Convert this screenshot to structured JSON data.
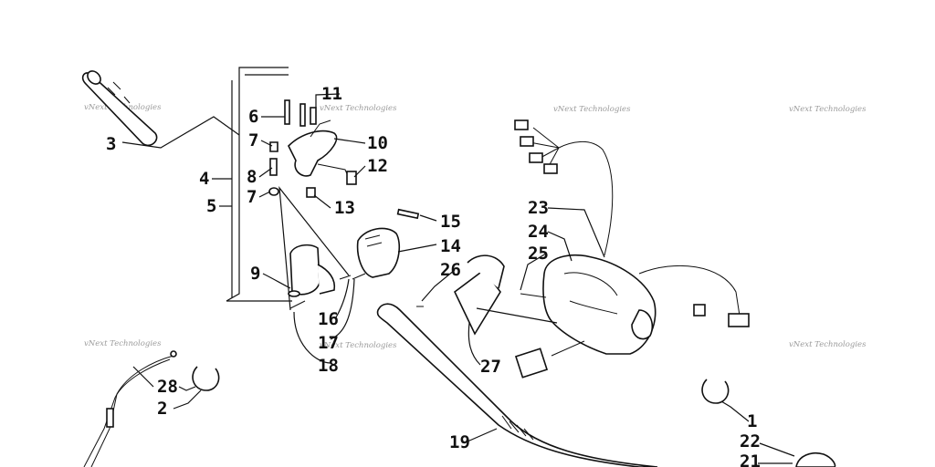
{
  "watermark": "vNext Technologies",
  "callouts": [
    "1",
    "2",
    "3",
    "4",
    "5",
    "6",
    "7",
    "7",
    "8",
    "9",
    "10",
    "11",
    "12",
    "13",
    "14",
    "15",
    "16",
    "17",
    "18",
    "19",
    "21",
    "22",
    "23",
    "24",
    "25",
    "26",
    "27",
    "28"
  ]
}
